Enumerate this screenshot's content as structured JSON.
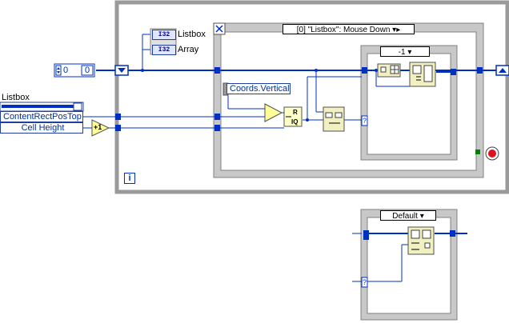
{
  "event_structure": {
    "case_label": "[0] \"Listbox\": Mouse Down",
    "event_data": [
      "Listbox",
      "Array"
    ],
    "event_data_tag": "I32"
  },
  "controls": {
    "numeric_value": "0",
    "listbox_label": "Listbox",
    "listbox_properties": [
      "ContentRectPosTop",
      "Cell Height"
    ],
    "coords_node": "Coords.Vertical",
    "increment_glyph": "+1",
    "quotient_glyph_r": "R",
    "quotient_glyph_iq": "IQ"
  },
  "case_structures": {
    "inner_case_label": "-1",
    "default_case_label": "Default",
    "selector_terminal_glyph": "?"
  },
  "loop": {
    "iteration_terminal": "i"
  },
  "colors": {
    "blue_wire": "#0030c0",
    "orange_wire": "#e07000",
    "structure_gray": "#c0c0c0",
    "while_loop_gray": "#9a9a9a",
    "stop_red": "#e01020"
  }
}
